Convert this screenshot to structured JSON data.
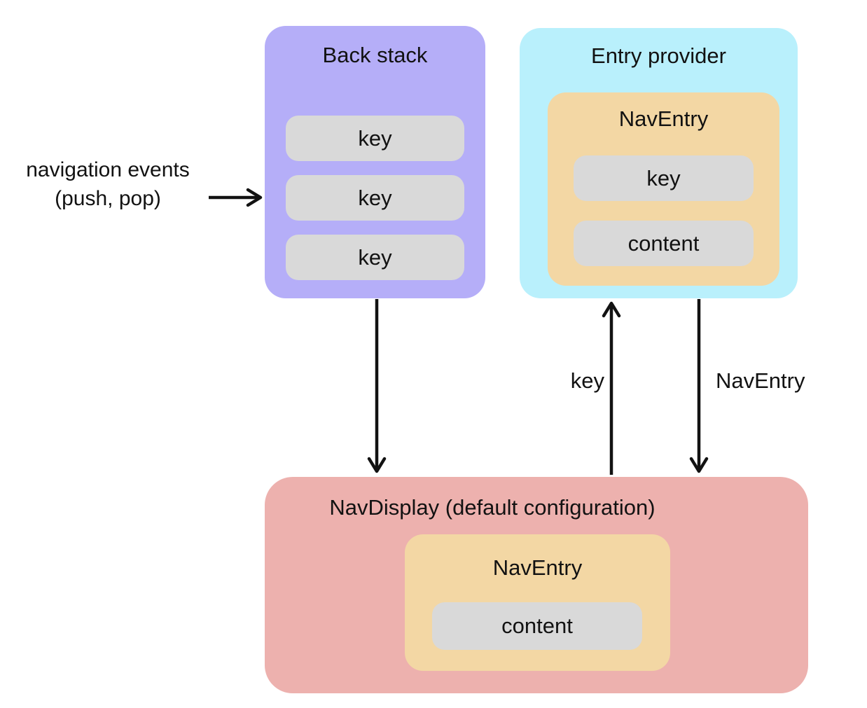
{
  "colors": {
    "bg": "#ffffff",
    "purple": "#b5aef8",
    "cyan": "#b9f0fc",
    "orange": "#f3d7a4",
    "pink": "#edb1ae",
    "gray": "#d9d9d9",
    "text": "#121212",
    "arrow": "#121212"
  },
  "back_stack": {
    "title": "Back stack",
    "keys": [
      "key",
      "key",
      "key"
    ]
  },
  "entry_provider": {
    "title": "Entry provider",
    "nav_entry": {
      "title": "NavEntry",
      "rows": [
        "key",
        "content"
      ]
    }
  },
  "nav_display": {
    "title": "NavDisplay (default configuration)",
    "nav_entry": {
      "title": "NavEntry",
      "rows": [
        "content"
      ]
    }
  },
  "annotations": {
    "navigation_events_line1": "navigation events",
    "navigation_events_line2": "(push, pop)",
    "key_arrow_label": "key",
    "nav_entry_arrow_label": "NavEntry"
  }
}
